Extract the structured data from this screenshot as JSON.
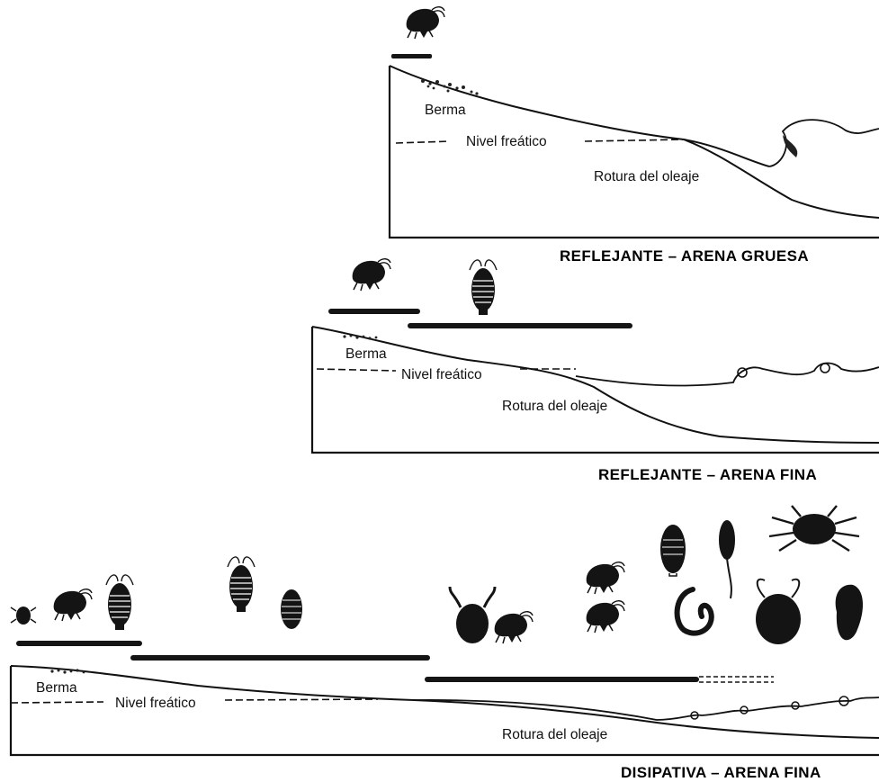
{
  "panels": [
    {
      "title": "REFLEJANTE – ARENA GRUESA",
      "labels": {
        "berma": "Berma",
        "nivel": "Nivel freático",
        "rotura": "Rotura del oleaje"
      }
    },
    {
      "title": "REFLEJANTE – ARENA FINA",
      "labels": {
        "berma": "Berma",
        "nivel": "Nivel freático",
        "rotura": "Rotura del oleaje"
      }
    },
    {
      "title": "DISIPATIVA – ARENA FINA",
      "labels": {
        "berma": "Berma",
        "nivel": "Nivel freático",
        "rotura": "Rotura del oleaje"
      }
    }
  ],
  "colors": {
    "ink": "#111111",
    "bar": "#151515",
    "background": "#ffffff"
  }
}
